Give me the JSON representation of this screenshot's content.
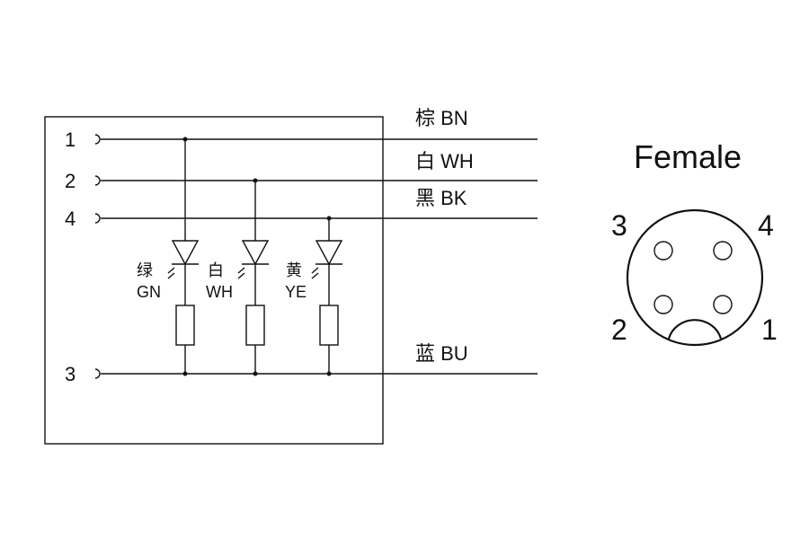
{
  "pins": [
    {
      "number": "1",
      "wire": "棕 BN"
    },
    {
      "number": "2",
      "wire": "白 WH"
    },
    {
      "number": "4",
      "wire": "黑 BK"
    },
    {
      "number": "3",
      "wire": "蓝 BU"
    }
  ],
  "leds": [
    {
      "cn": "绿",
      "code": "GN"
    },
    {
      "cn": "白",
      "code": "WH"
    },
    {
      "cn": "黄",
      "code": "YE"
    }
  ],
  "connector": {
    "title": "Female",
    "pin_labels": {
      "top_left": "3",
      "top_right": "4",
      "bottom_left": "2",
      "bottom_right": "1"
    }
  }
}
